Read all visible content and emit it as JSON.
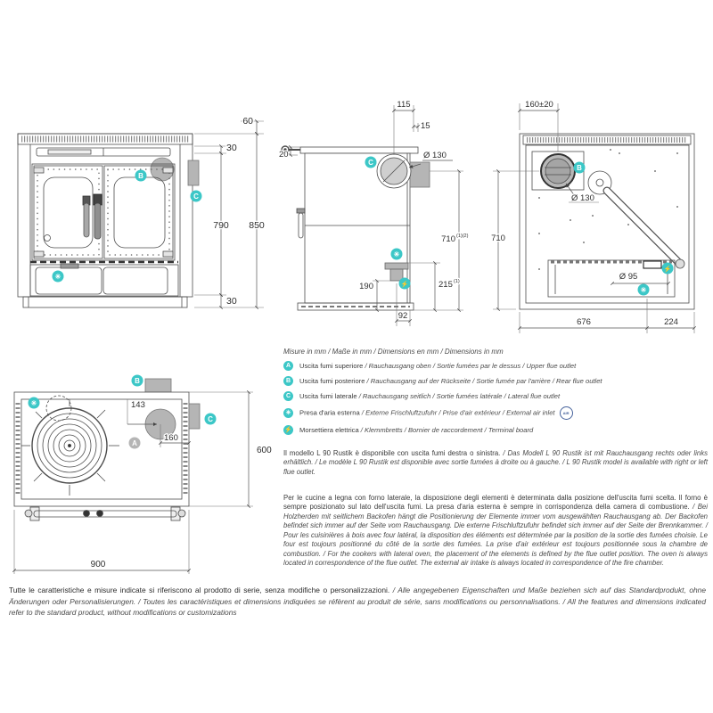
{
  "colors": {
    "accent": "#3cc7c7",
    "line": "#4d4d4d",
    "gray_fill": "#b5b5b5"
  },
  "markers": {
    "top_flue": "A",
    "rear_flue": "B",
    "side_flue": "C",
    "air_inlet": "✳",
    "terminal": "⚡"
  },
  "dims": {
    "front": {
      "top_offset": "60",
      "plate": "30",
      "body": "790",
      "total": "850",
      "base": "30"
    },
    "side": {
      "flue_x": "115",
      "flue_edge": "15",
      "rail": "20",
      "flue_dia": "Ø 130",
      "height": "710",
      "height_sup": "(1)(2)",
      "inlet_h": "190",
      "inlet_h2": "215",
      "inlet_h2_sup": "(1)",
      "inlet_x": "92"
    },
    "rear": {
      "flue_x": "160±20",
      "flue_dia": "Ø 130",
      "height": "710",
      "inlet_dia": "Ø 95",
      "width_main": "676",
      "width_side": "224"
    },
    "top": {
      "flue_y": "143",
      "flue_x": "160",
      "depth": "600",
      "width": "900"
    }
  },
  "legend": {
    "title": "Misure in mm / Maße in mm / Dimensions en mm / Dimensions in mm",
    "items": [
      {
        "glyph": "A",
        "it": "Uscita fumi superiore",
        "rest": " / Rauchausgang oben  / Sortie fumées par le dessus / Upper flue outlet"
      },
      {
        "glyph": "B",
        "it": "Uscita fumi posteriore",
        "rest": " / Rauchausgang auf der Rückseite / Sortie fumée par l'arrière / Rear flue outlet"
      },
      {
        "glyph": "C",
        "it": "Uscita fumi laterale",
        "rest": " / Rauchausgang seitlich / Sortie fumées latérale / Lateral flue outlet"
      },
      {
        "glyph": "✳",
        "it": "Presa d'aria esterna",
        "rest": " / Externe Frischluftzufuhr / Prise d'air extérieur / External air inlet",
        "badge": "AIR"
      },
      {
        "glyph": "⚡",
        "it": "Morsettiera elettrica",
        "rest": " / Klemmbretts / Bornier de raccordement / Terminal board"
      }
    ]
  },
  "notes": {
    "availability_it": "Il modello L 90 Rustik è disponibile con uscita fumi destra o sinistra.",
    "availability_rest": " / Das Modell L 90 Rustik ist mit Rauchausgang rechts oder links erhältlich. / Le modèle L 90 Rustik est disponible avec sortie fumées à droite ou à gauche. / L 90 Rustik model is available with right or left flue outlet.",
    "layout_it": "Per le cucine a legna con forno laterale, la disposizione degli elementi è determinata dalla posizione dell'uscita fumi scelta. Il forno è sempre posizionato sul lato dell'uscita fumi. La presa d'aria esterna è sempre in corrispondenza della camera di combustione.",
    "layout_rest": " / Bei Holzherden mit seitlichem Backofen hängt die Positionierung der Elemente immer vom ausgewählten Rauchausgang ab. Der Backofen befindet sich immer auf der Seite vom Rauchausgang. Die externe Frischluftzufuhr befindet sich immer auf der Seite der Brennkammer. / Pour les cuisinières à bois avec four latéral, la disposition des éléments est déterminée par la position de la sortie des fumées choisie. Le four est toujours positionné du côté de la sortie des fumées. La prise d'air extérieur est toujours positionnée sous la chambre de combustion. / For the cookers with lateral oven, the placement of the elements is defined by the flue outlet position. The oven is always located in correspondence of the flue outlet. The external air intake is always located in correspondence of the fire chamber."
  },
  "footer": {
    "it": "Tutte le caratteristiche e misure indicate si riferiscono al prodotto di serie, senza modifiche o personalizzazioni.",
    "rest": " / Alle angegebenen Eigenschaften und Maße beziehen sich auf das Standardprodukt, ohne Änderungen oder Personalisierungen. / Toutes les caractéristiques et dimensions indiquées se réfèrent au produit de série, sans modifications ou personnalisations. / All the features and dimensions indicated refer to the standard product, without modifications or customizations"
  }
}
